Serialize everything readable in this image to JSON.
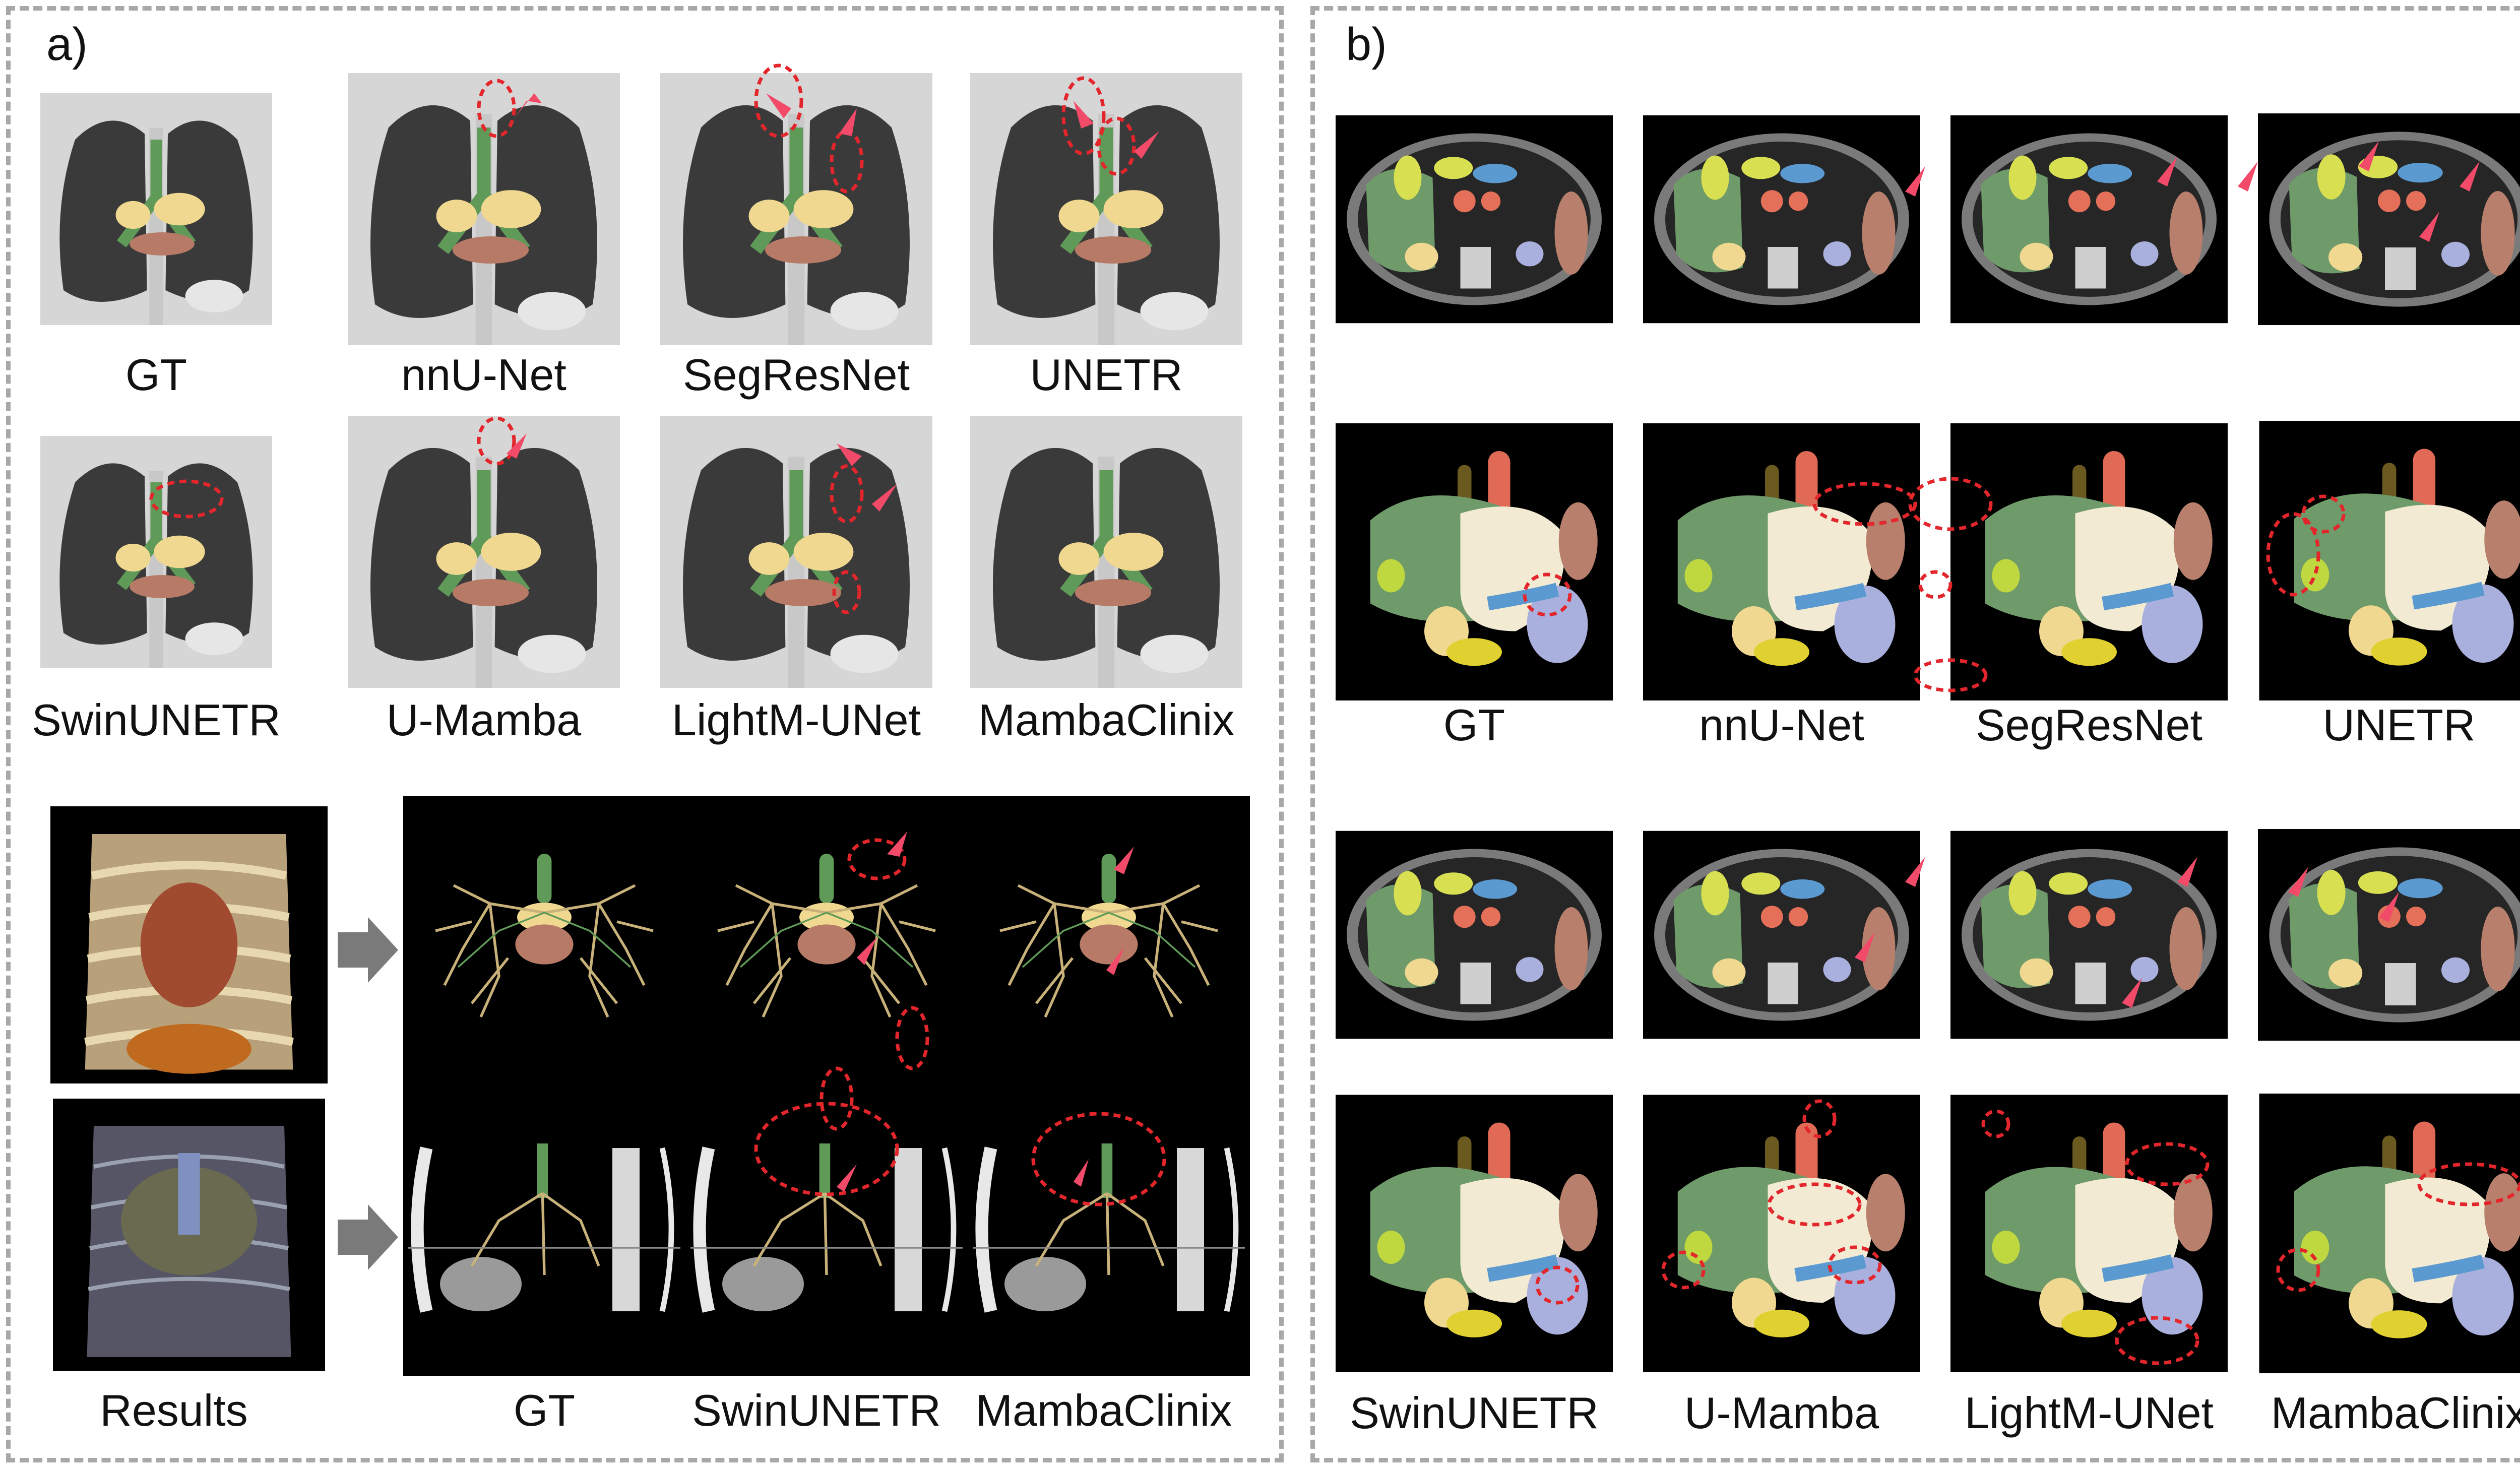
{
  "panel_a": {
    "label": "a)",
    "grid_captions": [
      "GT",
      "nnU-Net",
      "SegResNet",
      "UNETR",
      "SwinUNETR",
      "U-Mamba",
      "LightM-UNet",
      "MambaClinix"
    ],
    "results_label": "Results",
    "render_captions": [
      "GT",
      "SwinUNETR",
      "MambaClinix"
    ]
  },
  "panel_b": {
    "label": "b)",
    "captions_row1": [
      "GT",
      "nnU-Net",
      "SegResNet",
      "UNETR"
    ],
    "captions_row2": [
      "SwinUNETR",
      "U-Mamba",
      "LightM-UNet",
      "MambaClinix"
    ]
  },
  "colors": {
    "border": "#a8a8a8",
    "airway": "#5f9a58",
    "artery": "#f0d890",
    "vein": "#b77a66",
    "annotation": "#e3262b",
    "liver": "#6f9a6a",
    "stomach": "#f2ead2",
    "spleen": "#b8806c",
    "kidney": "#aab0dd",
    "gallbladder": "#d8e052"
  }
}
